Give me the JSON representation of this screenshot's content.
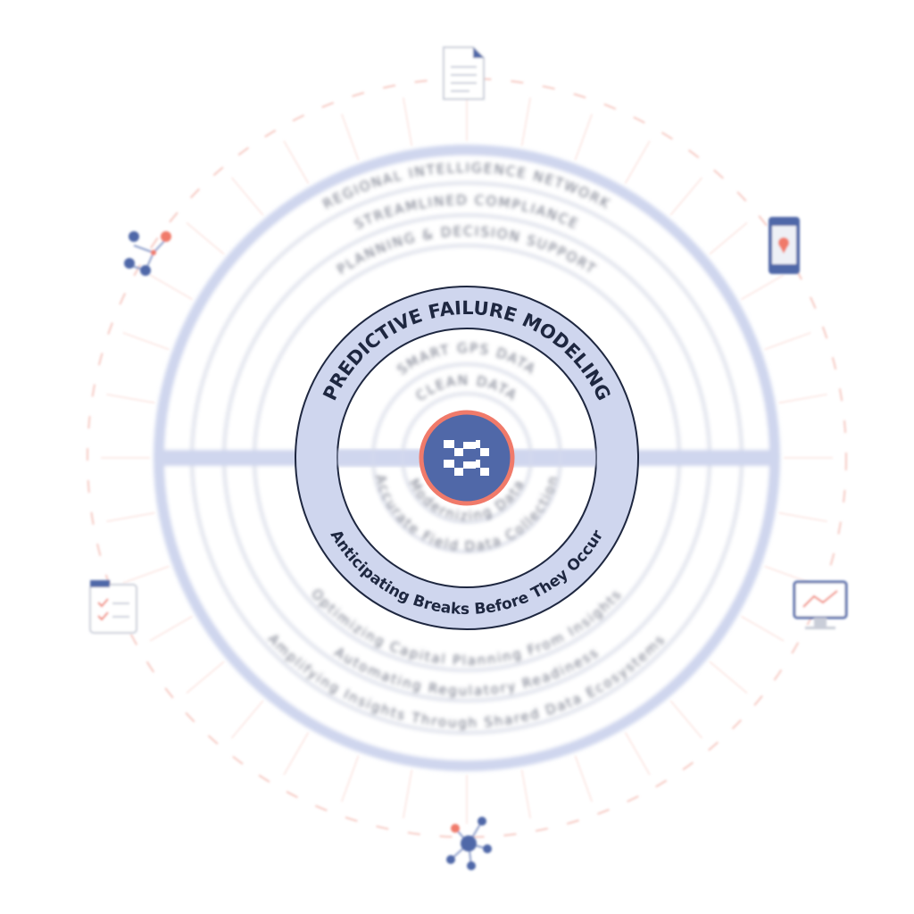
{
  "diagram": {
    "outer_top_labels": [
      "REGIONAL INTELLIGENCE NETWORK",
      "STREAMLINED COMPLIANCE",
      "PLANNING & DECISION SUPPORT"
    ],
    "focus_top_label": "PREDICTIVE FAILURE MODELING",
    "focus_bottom_label": "Anticipating Breaks Before They Occur",
    "inner_top_labels": [
      "SMART GPS DATA",
      "CLEAN DATA"
    ],
    "inner_bottom_labels": [
      "Modernizing Data",
      "Accurate Field Data Collection"
    ],
    "outer_bottom_labels": [
      "Optimizing Capital Planning From Insights",
      "Automating Regulatory Readiness",
      "Amplifying Insights Through Shared Data Ecosystems"
    ],
    "center_logo": "wave-logo-icon",
    "colors": {
      "ring_fill": "#cfd6ee",
      "dark": "#1e2740",
      "logo_bg": "#5068a8",
      "logo_border": "#f07a6a",
      "accent_dashes": "#f6c9c2"
    },
    "surrounding_icons": [
      "document-icon",
      "phone-map-pin-icon",
      "monitor-chart-icon",
      "network-nodes-icon",
      "checklist-icon",
      "location-pins-network-icon"
    ]
  }
}
